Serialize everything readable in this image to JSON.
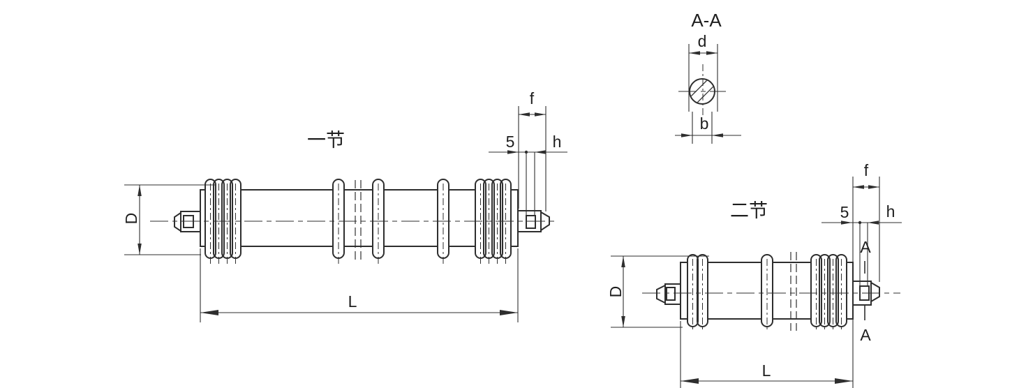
{
  "colors": {
    "line": "#2e2e2e",
    "background": "#ffffff"
  },
  "section_view": {
    "title": "A-A",
    "dim_d": "d",
    "dim_b": "b"
  },
  "view_one": {
    "title": "一节",
    "dim_D": "D",
    "dim_L": "L",
    "dim_f": "f",
    "dim_5": "5",
    "dim_h": "h"
  },
  "view_two": {
    "title": "二节",
    "dim_D": "D",
    "dim_L": "L",
    "dim_f": "f",
    "dim_5": "5",
    "dim_h": "h",
    "section_mark_top": "A",
    "section_mark_bottom": "A"
  }
}
